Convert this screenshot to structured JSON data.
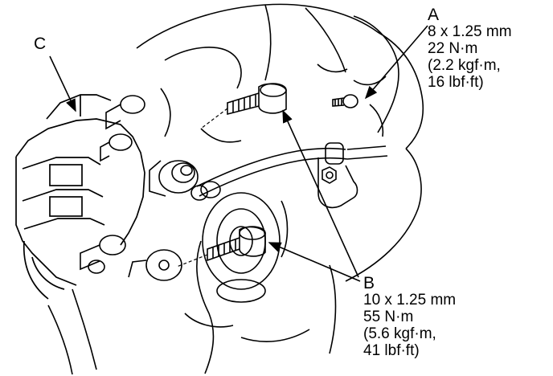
{
  "labels": {
    "a": {
      "letter": "A",
      "size": "8 x 1.25 mm",
      "torque_nm": "22 N·m",
      "torque_kgf": "(2.2 kgf·m,",
      "torque_lbf": "16 lbf·ft)"
    },
    "b": {
      "letter": "B",
      "size": "10 x 1.25 mm",
      "torque_nm": "55 N·m",
      "torque_kgf": "(5.6 kgf·m,",
      "torque_lbf": "41 lbf·ft)"
    },
    "c": {
      "letter": "C"
    }
  },
  "colors": {
    "line": "#000000",
    "background": "#ffffff"
  }
}
